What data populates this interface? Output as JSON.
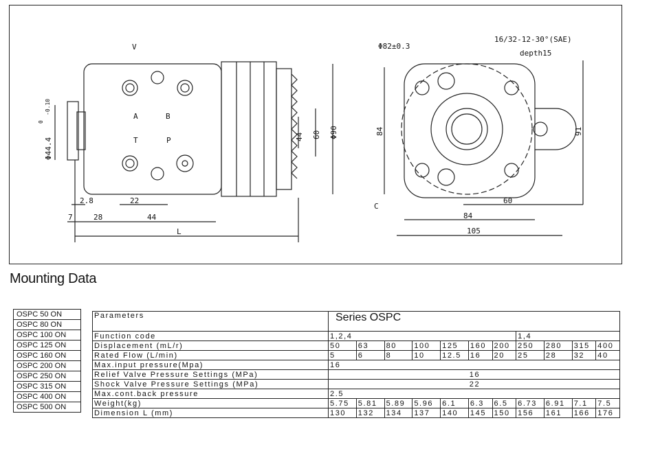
{
  "drawing": {
    "dims_left": [
      "V",
      "A",
      "B",
      "T",
      "P",
      "Φ44.4",
      "0",
      "-0.10",
      "44",
      "60",
      "Φ90",
      "2.8",
      "22",
      "7",
      "28",
      "44",
      "L"
    ],
    "dims_right": [
      "Φ82±0.3",
      "16/32-12-30°(SAE)",
      "depth15",
      "84",
      "91",
      "C",
      "60",
      "84",
      "105"
    ]
  },
  "section_title": "Mounting Data",
  "models": [
    "OSPC   50 ON",
    "OSPC   80 ON",
    "OSPC   100 ON",
    "OSPC   125 ON",
    "OSPC   160 ON",
    "OSPC   200 ON",
    "OSPC   250 ON",
    "OSPC   315 ON",
    "OSPC   400 ON",
    "OSPC   500 ON"
  ],
  "table": {
    "header_param": "Parameters",
    "series": "Series OSPC",
    "function_code": {
      "label": "Function code",
      "a": "1,2,4",
      "b": "1,4"
    },
    "displacement": {
      "label": "Displacement (mL/r)",
      "values": [
        "50",
        "63",
        "80",
        "100",
        "125",
        "160",
        "200",
        "250",
        "280",
        "315",
        "400"
      ]
    },
    "rated_flow": {
      "label": "Rated Flow (L/min)",
      "values": [
        "5",
        "6",
        "8",
        "10",
        "12.5",
        "16",
        "20",
        "25",
        "28",
        "32",
        "40"
      ]
    },
    "max_input": {
      "label": "Max.input pressure(Mpa)",
      "value": "16"
    },
    "relief": {
      "label": "Relief Valve Pressure Settings (MPa)",
      "value": "16"
    },
    "shock": {
      "label": "Shock Valve Pressure Settings (MPa)",
      "value": "22"
    },
    "back": {
      "label": "Max.cont.back pressure",
      "value": "2.5"
    },
    "weight": {
      "label": "Weight(kg)",
      "values": [
        "5.75",
        "5.81",
        "5.89",
        "5.96",
        "6.1",
        "6.3",
        "6.5",
        "6.73",
        "6.91",
        "7.1",
        "7.5"
      ]
    },
    "dimension": {
      "label": "Dimension L (mm)",
      "values": [
        "130",
        "132",
        "134",
        "137",
        "140",
        "145",
        "150",
        "156",
        "161",
        "166",
        "176"
      ]
    }
  }
}
